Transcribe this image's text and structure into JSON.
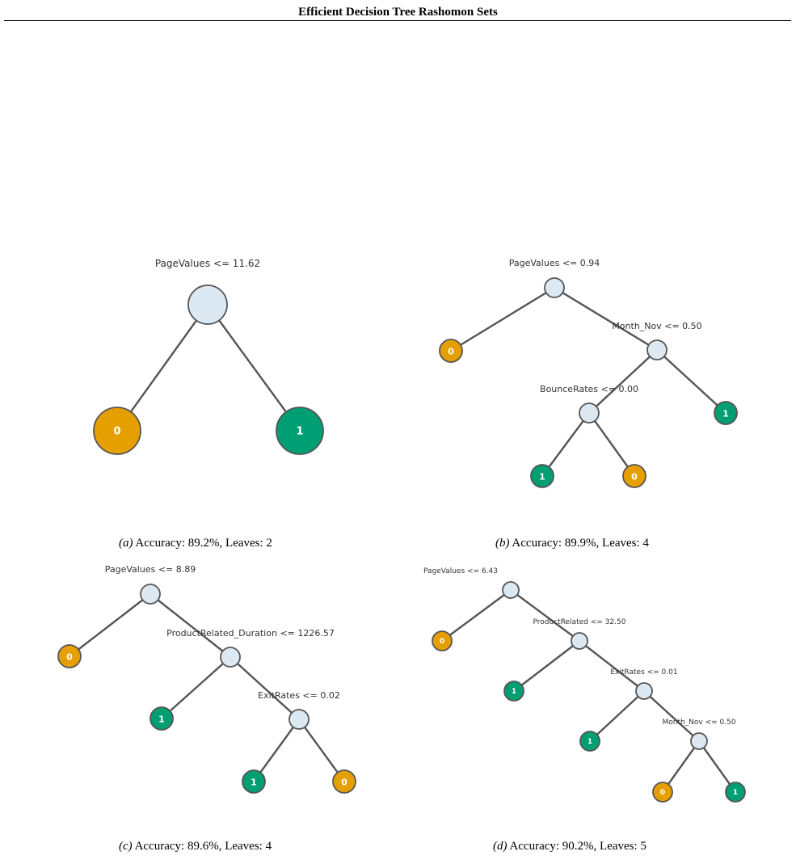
{
  "header": {
    "running_title": "Efficient Decision Tree Rashomon Sets"
  },
  "colors": {
    "split_node": "#dce8f2",
    "class_0": "#e69f00",
    "class_1": "#009e73",
    "edge": "#555555"
  },
  "panels": [
    {
      "tag": "(a)",
      "caption_text": " Accuracy: 89.2%, Leaves: 2",
      "accuracy_percent": 89.2,
      "leaves": 2,
      "tree": {
        "split": "PageValues <= 11.62",
        "left": {
          "leaf": "0"
        },
        "right": {
          "leaf": "1"
        }
      }
    },
    {
      "tag": "(b)",
      "caption_text": " Accuracy: 89.9%, Leaves: 4",
      "accuracy_percent": 89.9,
      "leaves": 4,
      "tree": {
        "split": "PageValues <= 0.94",
        "left": {
          "leaf": "0"
        },
        "right": {
          "split": "Month_Nov <= 0.50",
          "left": {
            "split": "BounceRates <= 0.00",
            "left": {
              "leaf": "1"
            },
            "right": {
              "leaf": "0"
            }
          },
          "right": {
            "leaf": "1"
          }
        }
      }
    },
    {
      "tag": "(c)",
      "caption_text": " Accuracy: 89.6%, Leaves: 4",
      "accuracy_percent": 89.6,
      "leaves": 4,
      "tree": {
        "split": "PageValues <= 8.89",
        "left": {
          "leaf": "0"
        },
        "right": {
          "split": "ProductRelated_Duration <= 1226.57",
          "left": {
            "leaf": "1"
          },
          "right": {
            "split": "ExitRates <= 0.02",
            "left": {
              "leaf": "1"
            },
            "right": {
              "leaf": "0"
            }
          }
        }
      }
    },
    {
      "tag": "(d)",
      "caption_text": " Accuracy: 90.2%, Leaves: 5",
      "accuracy_percent": 90.2,
      "leaves": 5,
      "tree": {
        "split": "PageValues <= 6.43",
        "left": {
          "leaf": "0"
        },
        "right": {
          "split": "ProductRelated <= 32.50",
          "left": {
            "leaf": "1"
          },
          "right": {
            "split": "ExitRates <= 0.01",
            "left": {
              "leaf": "1"
            },
            "right": {
              "split": "Month_Nov <= 0.50",
              "left": {
                "leaf": "0"
              },
              "right": {
                "leaf": "1"
              }
            }
          }
        }
      }
    }
  ]
}
